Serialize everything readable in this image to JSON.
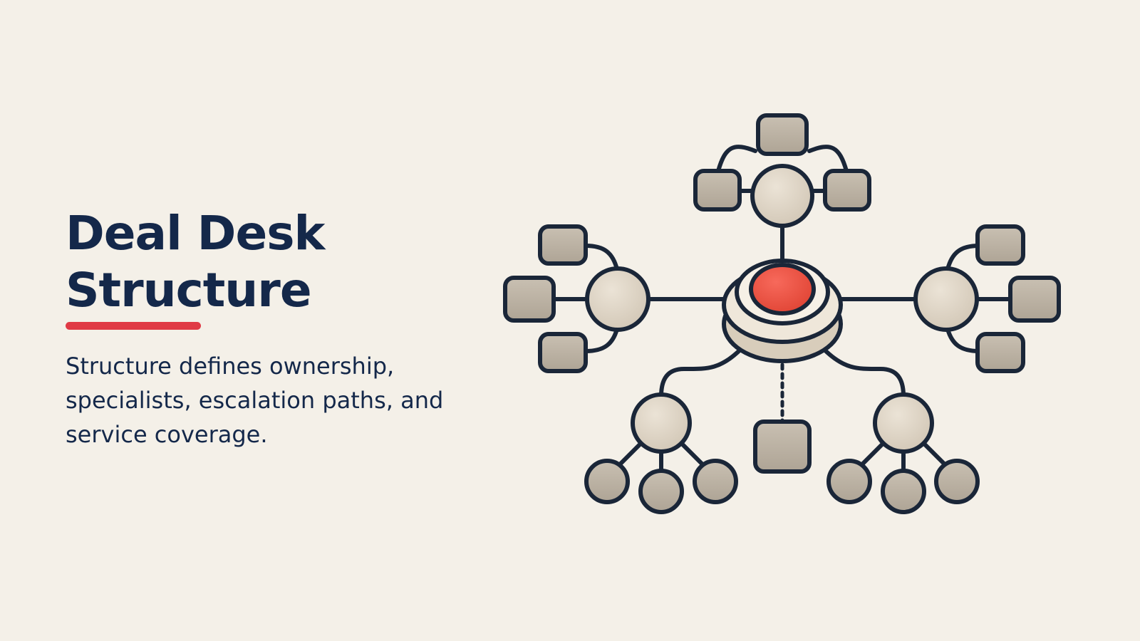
{
  "slide": {
    "title_line1": "Deal Desk",
    "title_line2": "Structure",
    "body": "Structure defines ownership, specialists, escalation paths, and service coverage."
  },
  "colors": {
    "background": "#f4f0e8",
    "title": "#14284a",
    "accent": "#e03a45",
    "stroke": "#1a2638",
    "hub": "#f0574a",
    "node_light": "#ddd3c4",
    "node_dark": "#bfb6a8"
  },
  "diagram": {
    "icon": "org-structure-diagram-icon",
    "central_node": "red-hub-icon"
  }
}
